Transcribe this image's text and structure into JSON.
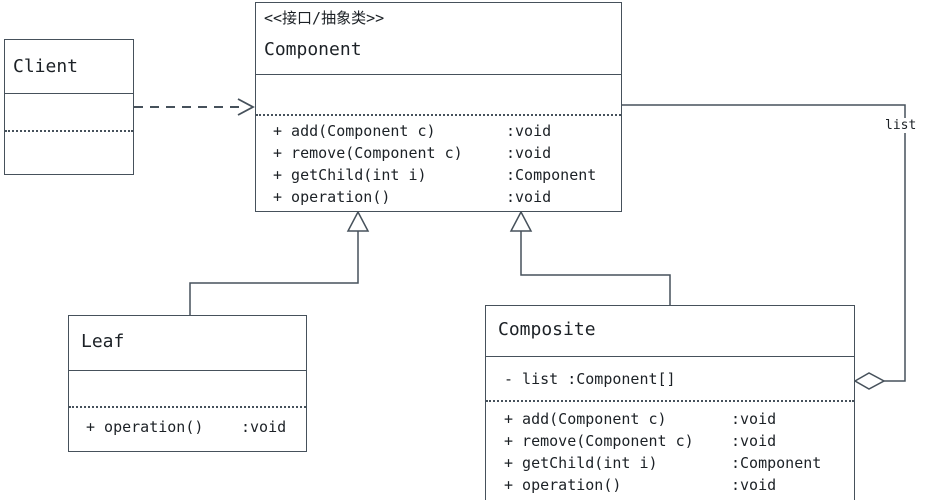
{
  "diagram": {
    "type": "uml-class-diagram",
    "colors": {
      "line": "#46515b",
      "text": "#1c2126",
      "background": "#ffffff"
    },
    "classes": {
      "client": {
        "name": "Client"
      },
      "component": {
        "stereotype": "<<接口/抽象类>>",
        "name": "Component",
        "methods": [
          {
            "signature": "+ add(Component c)",
            "returns": ":void"
          },
          {
            "signature": "+ remove(Component c)",
            "returns": ":void"
          },
          {
            "signature": "+ getChild(int i)",
            "returns": ":Component"
          },
          {
            "signature": "+ operation()",
            "returns": ":void"
          }
        ]
      },
      "leaf": {
        "name": "Leaf",
        "methods": [
          {
            "signature": "+ operation()",
            "returns": ":void"
          }
        ]
      },
      "composite": {
        "name": "Composite",
        "attributes": [
          "- list :Component[]"
        ],
        "methods": [
          {
            "signature": "+ add(Component c)",
            "returns": ":void"
          },
          {
            "signature": "+ remove(Component c)",
            "returns": ":void"
          },
          {
            "signature": "+ getChild(int i)",
            "returns": ":Component"
          },
          {
            "signature": "+ operation()",
            "returns": ":void"
          }
        ]
      }
    },
    "relations": {
      "client_to_component": "dependency",
      "leaf_to_component": "generalization",
      "composite_to_component": "generalization",
      "composite_aggregates_component_label": "list"
    }
  }
}
